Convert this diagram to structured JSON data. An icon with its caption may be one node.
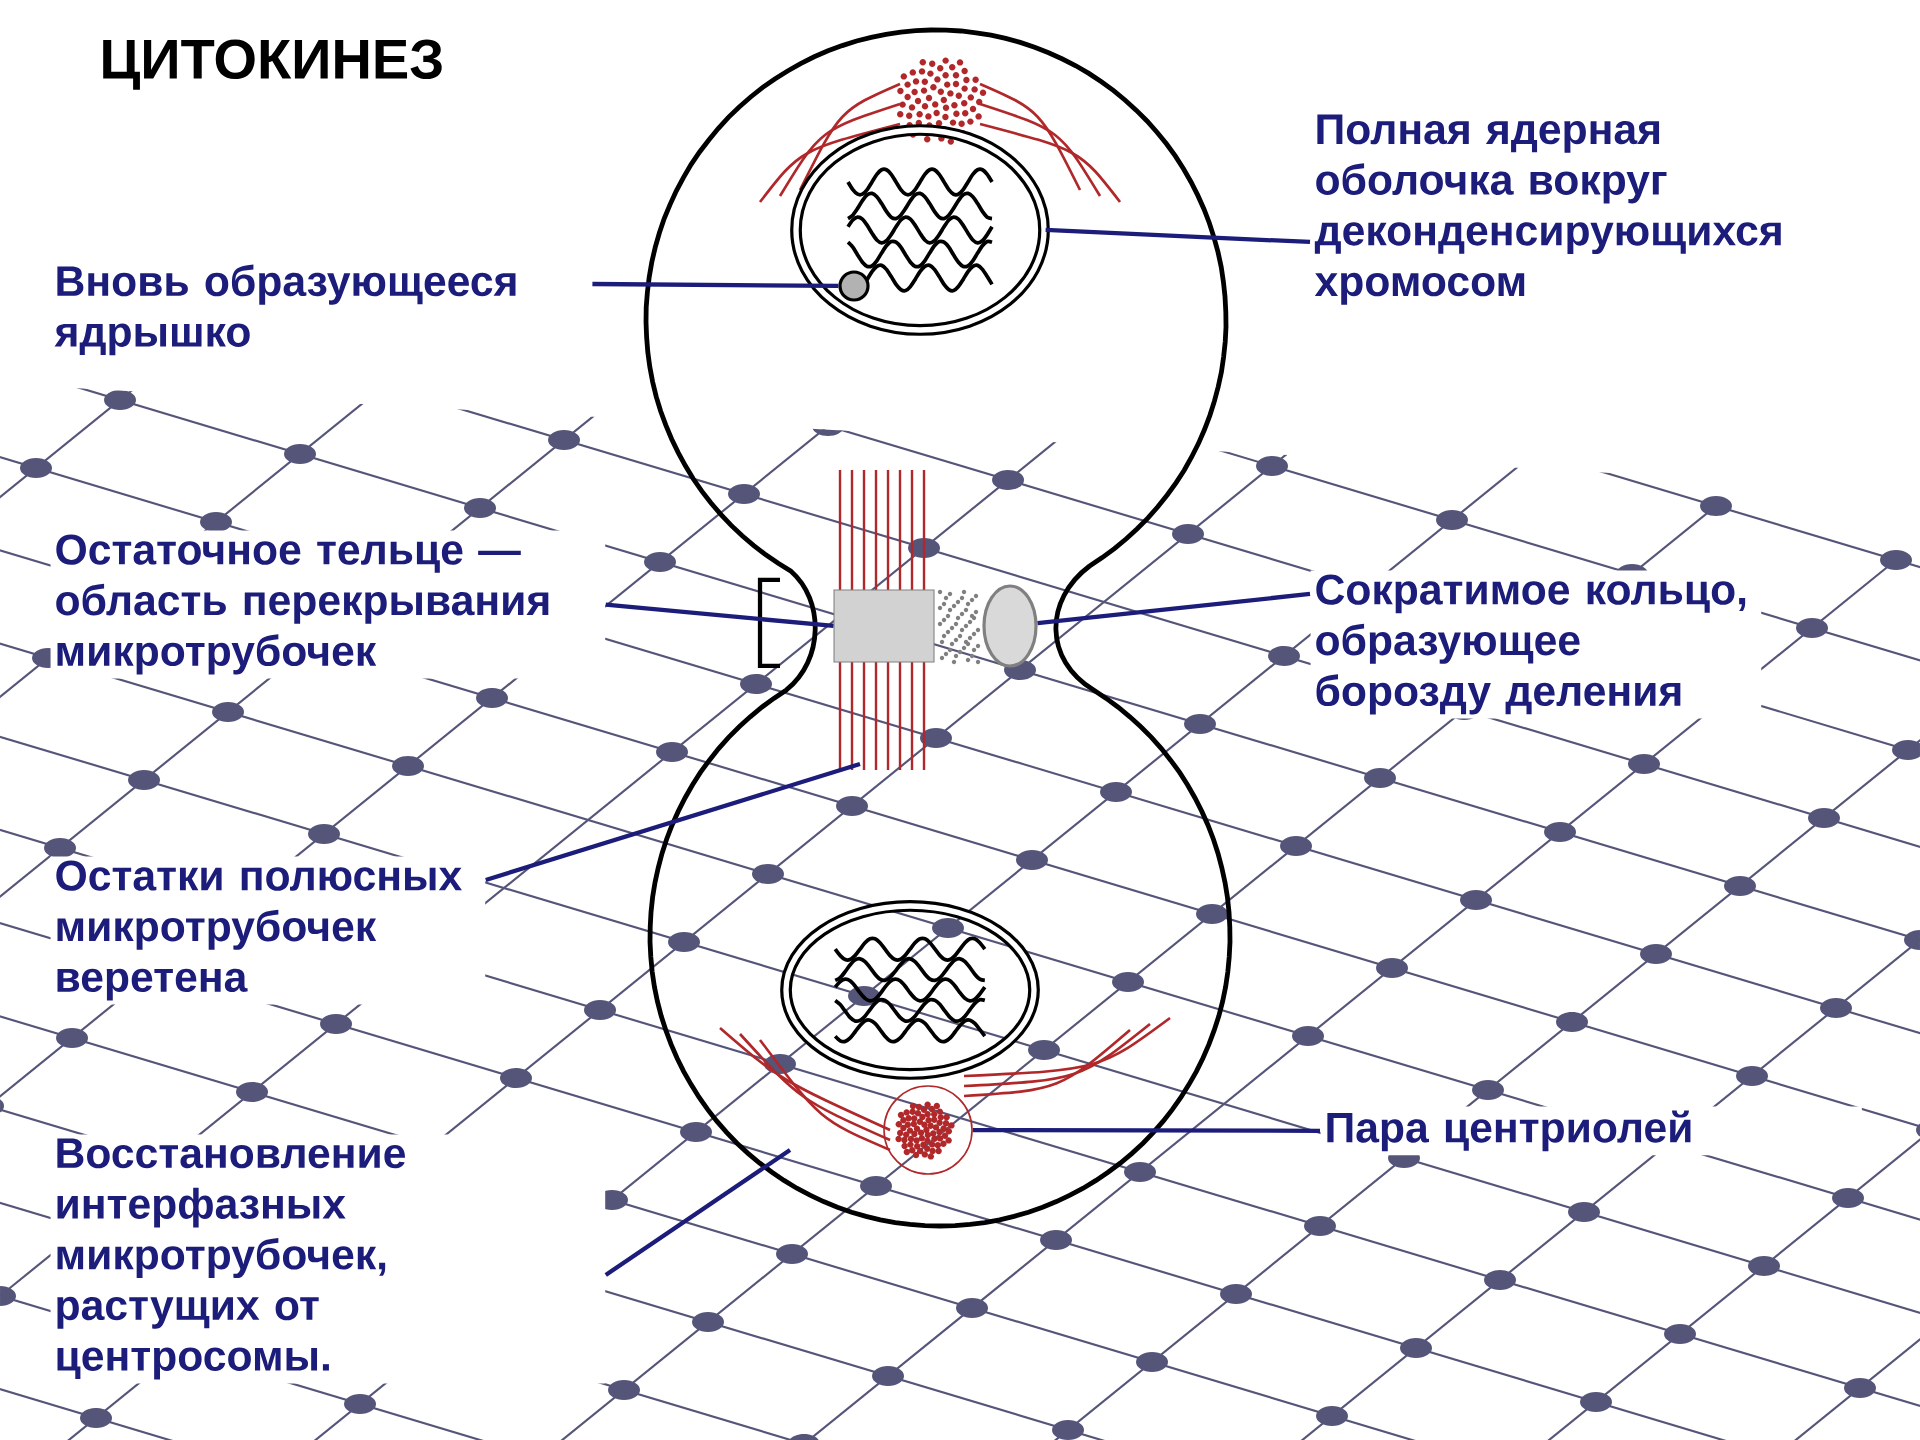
{
  "diagram": {
    "title": "ЦИТОКИНЕЗ",
    "nodes": [
      {
        "text": [
          "Вновь образующееся ядрышко"
        ]
      },
      {
        "text": [
          "Полная ядерная оболочка вокруг деконденсирующихся хромосом"
        ]
      },
      {
        "text": [
          "Остаточное тельце — область перекрывания микротрубочек"
        ]
      },
      {
        "text": [
          "Сократимое кольцо, образующее борозду деления"
        ]
      },
      {
        "text": [
          "Остатки полюсных микротрубочек веретена"
        ]
      },
      {
        "text": [
          "Пара центриолей"
        ]
      },
      {
        "text": [
          "Восстановление интерфазных микротрубочек, растущих от центросомы."
        ]
      },
      {
        "text": [],
        "shape": "circle"
      },
      {
        "text": [],
        "shape": "circle",
        "in": 7
      },
      {
        "text": [],
        "shape": "box"
      },
      {
        "text": [],
        "shape": "circle"
      },
      {
        "text": [],
        "shape": "circle"
      }
    ],
    "edges": [
      {
        "from": 0,
        "to": 8,
        "arrow": "none"
      },
      {
        "from": 1,
        "to": 7,
        "arrow": "none"
      },
      {
        "from": 2,
        "to": 9,
        "arrow": "none"
      },
      {
        "from": 3,
        "to": 10,
        "arrow": "none"
      },
      {
        "from": 4,
        "to": null,
        "arrow": "none"
      },
      {
        "from": 5,
        "to": 11,
        "arrow": "none"
      },
      {
        "from": 6,
        "to": null,
        "arrow": "none"
      }
    ]
  }
}
